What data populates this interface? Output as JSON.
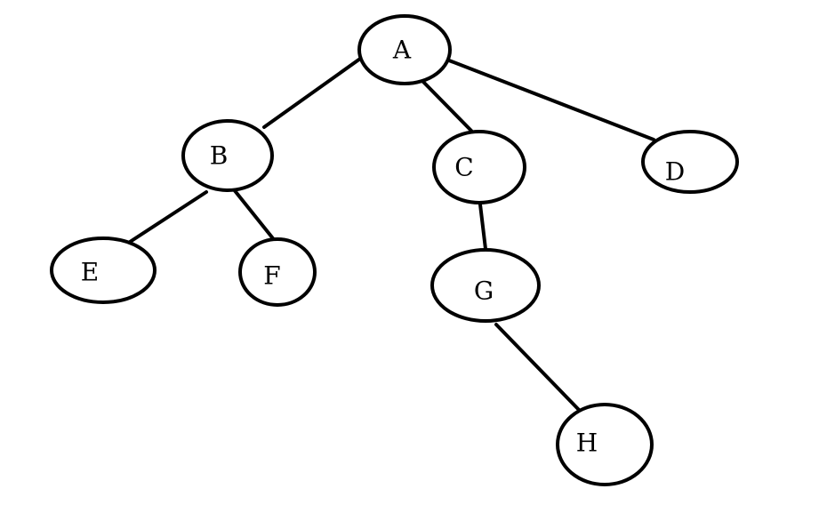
{
  "diagram": {
    "type": "tree",
    "nodes": [
      {
        "id": "A",
        "label": "A"
      },
      {
        "id": "B",
        "label": "B"
      },
      {
        "id": "C",
        "label": "C"
      },
      {
        "id": "D",
        "label": "D"
      },
      {
        "id": "E",
        "label": "E"
      },
      {
        "id": "F",
        "label": "F"
      },
      {
        "id": "G",
        "label": "G"
      },
      {
        "id": "H",
        "label": "H"
      }
    ],
    "edges": [
      {
        "from": "A",
        "to": "B"
      },
      {
        "from": "A",
        "to": "C"
      },
      {
        "from": "A",
        "to": "D"
      },
      {
        "from": "B",
        "to": "E"
      },
      {
        "from": "B",
        "to": "F"
      },
      {
        "from": "C",
        "to": "G"
      },
      {
        "from": "G",
        "to": "H"
      }
    ],
    "colors": {
      "stroke": "#000000",
      "background": "#ffffff"
    }
  }
}
